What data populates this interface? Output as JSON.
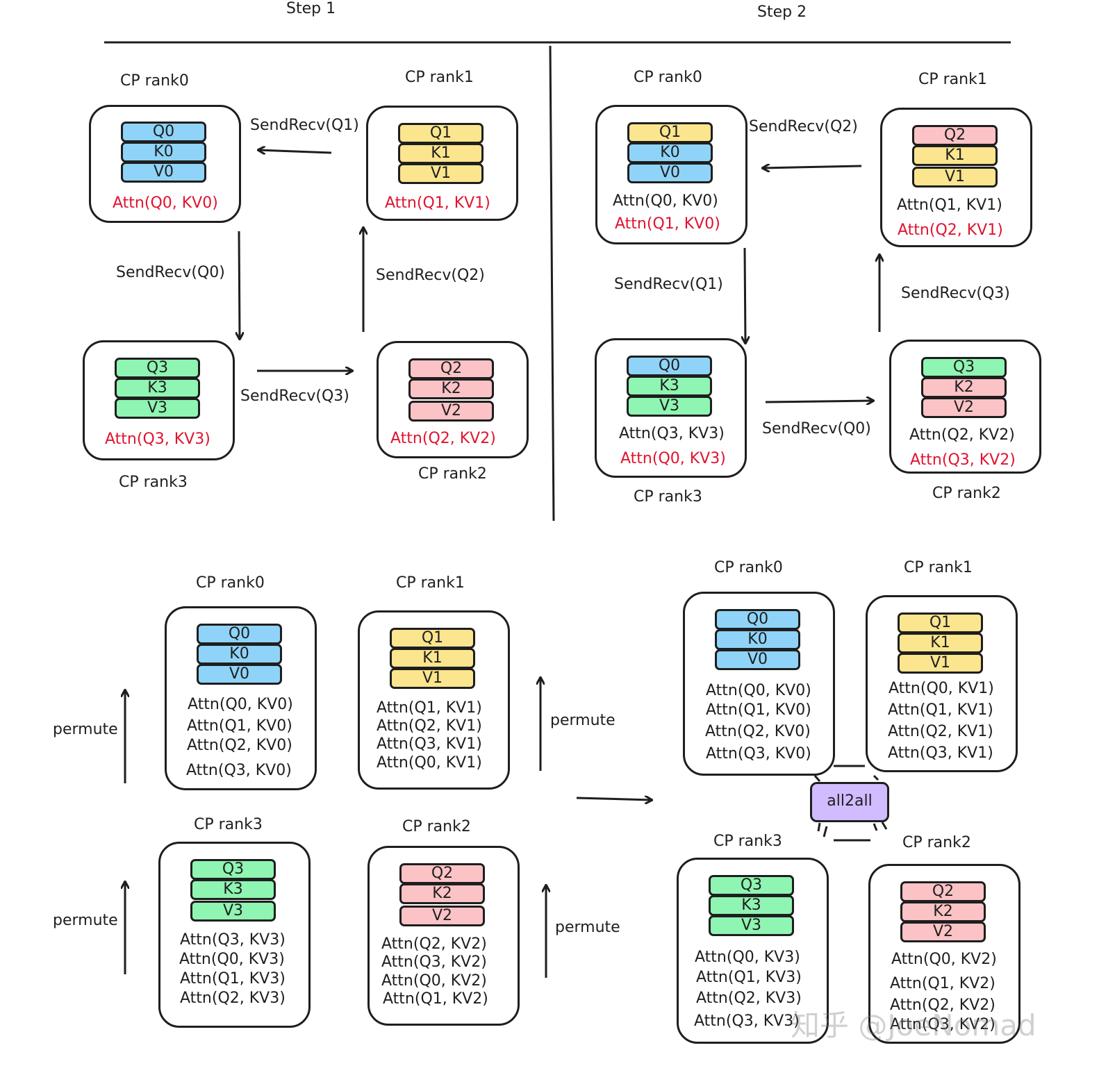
{
  "headers": {
    "step1": "Step 1",
    "step2": "Step 2"
  },
  "ranks": {
    "r0": "CP rank0",
    "r1": "CP rank1",
    "r2": "CP rank2",
    "r3": "CP rank3"
  },
  "tok": {
    "q0": "Q0",
    "q1": "Q1",
    "q2": "Q2",
    "q3": "Q3",
    "k0": "K0",
    "k1": "K1",
    "k2": "K2",
    "k3": "K3",
    "v0": "V0",
    "v1": "V1",
    "v2": "V2",
    "v3": "V3"
  },
  "sendrecv": {
    "q0": "SendRecv(Q0)",
    "q1": "SendRecv(Q1)",
    "q1_clip": "SendRecv(Q1)",
    "q2": "SendRecv(Q2)",
    "q3": "SendRecv(Q3)"
  },
  "attn": {
    "q0kv0": "Attn(Q0, KV0)",
    "q1kv0": "Attn(Q1, KV0)",
    "q2kv0": "Attn(Q2, KV0)",
    "q3kv0": "Attn(Q3, KV0)",
    "q0kv1": "Attn(Q0, KV1)",
    "q1kv1": "Attn(Q1, KV1)",
    "q2kv1": "Attn(Q2, KV1)",
    "q3kv1": "Attn(Q3, KV1)",
    "q0kv2": "Attn(Q0, KV2)",
    "q1kv2": "Attn(Q1, KV2)",
    "q2kv2": "Attn(Q2, KV2)",
    "q3kv2": "Attn(Q3, KV2)",
    "q0kv3": "Attn(Q0, KV3)",
    "q1kv3": "Attn(Q1, KV3)",
    "q2kv3": "Attn(Q2, KV3)",
    "q3kv3": "Attn(Q3, KV3)",
    "q3kv_clip": "Attn(Q3, KV3)",
    "q3kv2_clip": "Attn(Q3, KV2)"
  },
  "permute": "permute",
  "all2all": "all2all",
  "watermark": "知乎 @JoeNomad",
  "colors": {
    "blue": "#8fd4f8",
    "yellow": "#fbe58e",
    "red": "#fcc3c6",
    "green": "#8ff5b2",
    "highlight_text": "#e0132f",
    "all2all": "#d0bcff"
  }
}
